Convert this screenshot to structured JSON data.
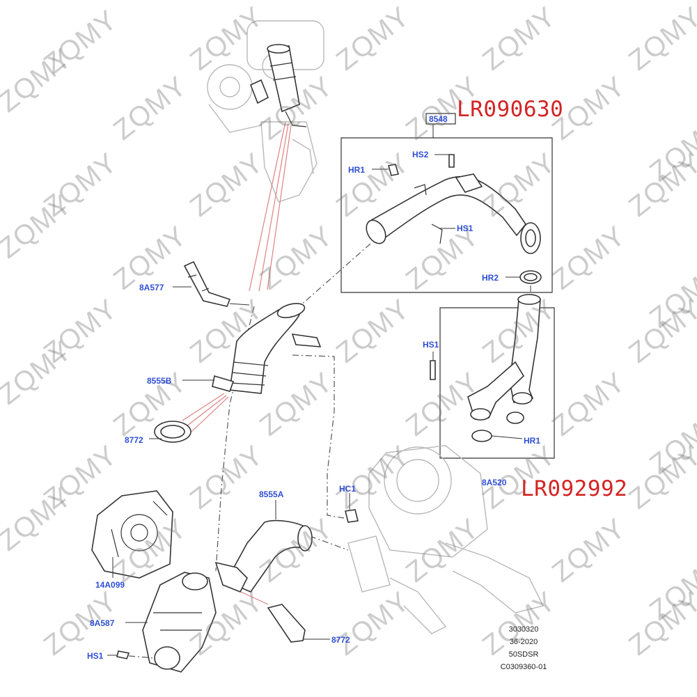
{
  "callouts": {
    "part_8548": "8548",
    "hs2": "HS2",
    "hr1_top": "HR1",
    "hs1_top": "HS1",
    "hr2": "HR2",
    "hs1_mid": "HS1",
    "hr1_mid": "HR1",
    "part_8a520": "8A520",
    "part_8a577": "8A577",
    "part_8555b": "8555B",
    "part_8772_top": "8772",
    "hc1": "HC1",
    "part_8555a": "8555A",
    "part_14a099": "14A099",
    "part_8a587": "8A587",
    "part_8772_bottom": "8772",
    "hs1_bottom": "HS1"
  },
  "part_numbers": {
    "top": "LR090630",
    "bottom": "LR092992"
  },
  "reference": [
    "3030320",
    "36-2020",
    "50SDSR",
    "C0309360-01"
  ],
  "watermark": "ZQMY",
  "colors": {
    "callout": "#2f4fd6",
    "part_number": "#d42424",
    "line": "#333333",
    "ghost": "#b8b8b8",
    "leader_red": "#e08080"
  }
}
